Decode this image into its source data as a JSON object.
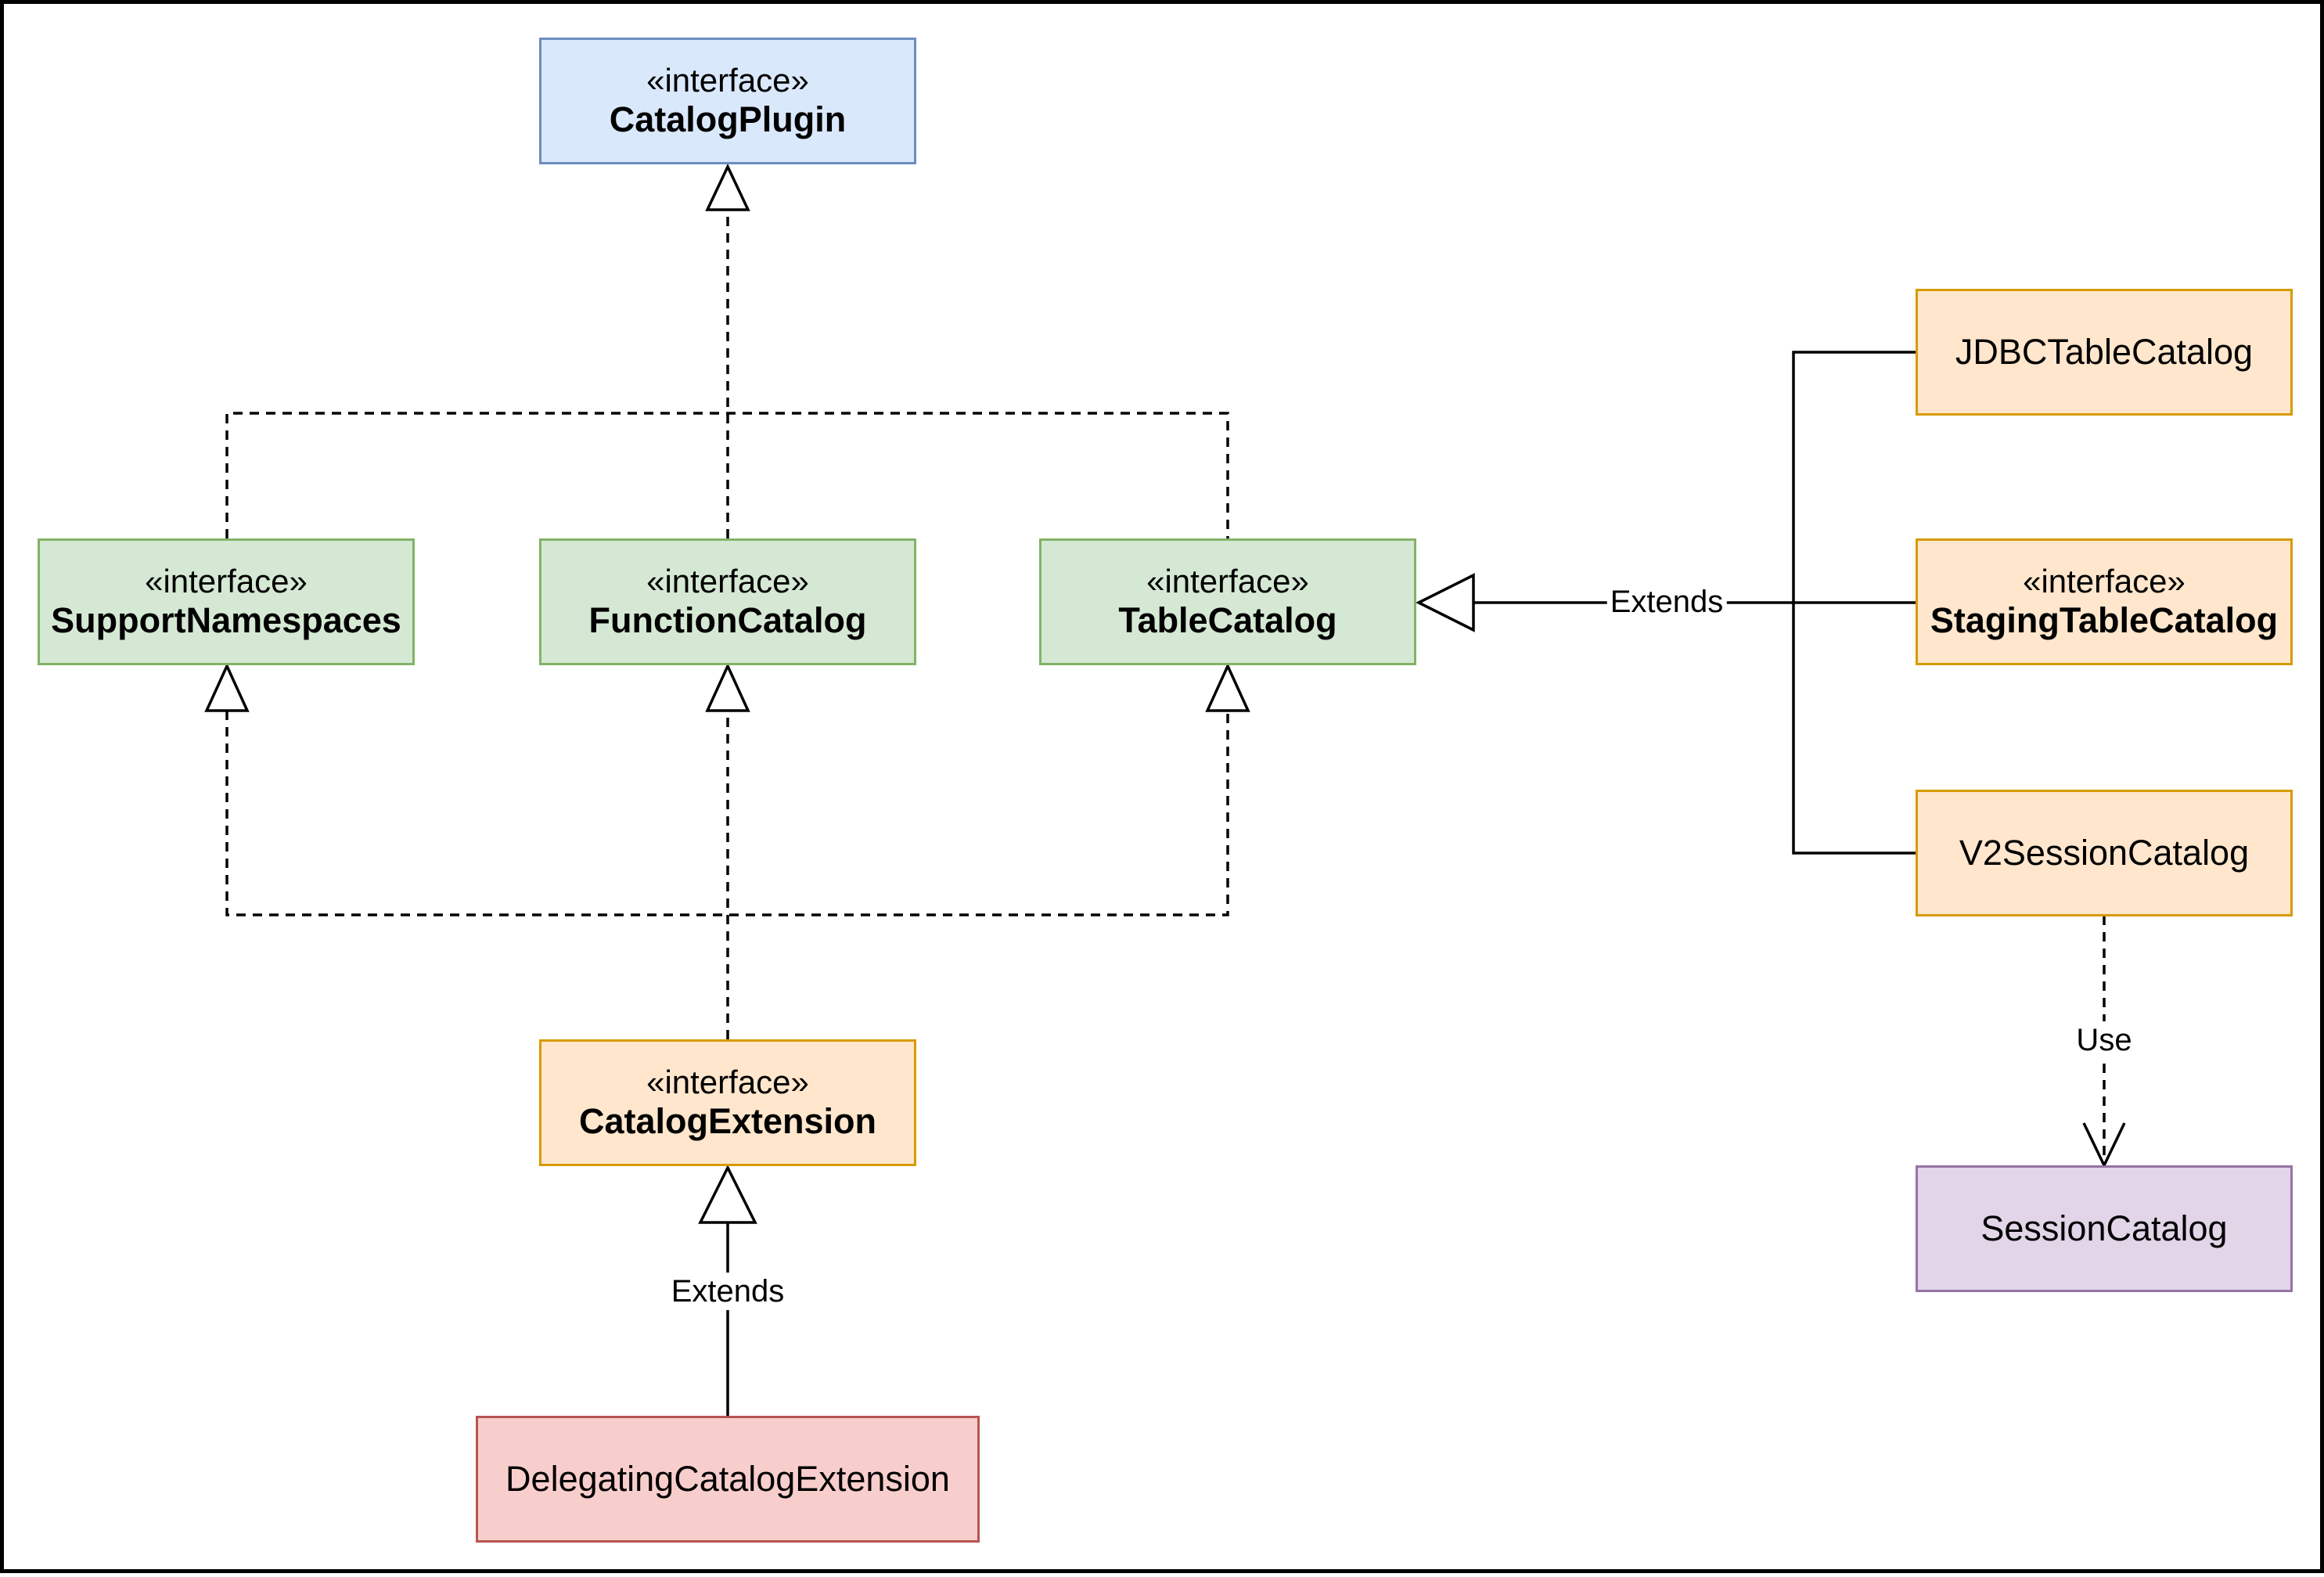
{
  "nodes": {
    "catalog_plugin": {
      "stereotype": "«interface»",
      "name": "CatalogPlugin",
      "fill": "#dae8fc",
      "stroke": "#6c8ebf"
    },
    "support_namespaces": {
      "stereotype": "«interface»",
      "name": "SupportNamespaces",
      "fill": "#d5e8d4",
      "stroke": "#82b366"
    },
    "function_catalog": {
      "stereotype": "«interface»",
      "name": "FunctionCatalog",
      "fill": "#d5e8d4",
      "stroke": "#82b366"
    },
    "table_catalog": {
      "stereotype": "«interface»",
      "name": "TableCatalog",
      "fill": "#d5e8d4",
      "stroke": "#82b366"
    },
    "catalog_extension": {
      "stereotype": "«interface»",
      "name": "CatalogExtension",
      "fill": "#ffe6cc",
      "stroke": "#d79b00"
    },
    "delegating_catalog_extension": {
      "name": "DelegatingCatalogExtension",
      "fill": "#f8cecc",
      "stroke": "#b85450"
    },
    "jdbc_table_catalog": {
      "name": "JDBCTableCatalog",
      "fill": "#ffe6cc",
      "stroke": "#d79b00"
    },
    "staging_table_catalog": {
      "stereotype": "«interface»",
      "name": "StagingTableCatalog",
      "fill": "#ffe6cc",
      "stroke": "#d79b00"
    },
    "v2_session_catalog": {
      "name": "V2SessionCatalog",
      "fill": "#ffe6cc",
      "stroke": "#d79b00"
    },
    "session_catalog": {
      "name": "SessionCatalog",
      "fill": "#e1d5e7",
      "stroke": "#9673a6"
    }
  },
  "edges": {
    "extends_table_catalog": {
      "label": "Extends",
      "from": [
        "jdbc_table_catalog",
        "staging_table_catalog",
        "v2_session_catalog"
      ],
      "to": "table_catalog",
      "style": "solid",
      "arrow": "hollow-triangle"
    },
    "extends_catalog_extension": {
      "label": "Extends",
      "from": "delegating_catalog_extension",
      "to": "catalog_extension",
      "style": "solid",
      "arrow": "hollow-triangle"
    },
    "use_session_catalog": {
      "label": "Use",
      "from": "v2_session_catalog",
      "to": "session_catalog",
      "style": "dashed",
      "arrow": "open"
    },
    "implements_catalog_plugin": {
      "from": [
        "support_namespaces",
        "function_catalog",
        "table_catalog"
      ],
      "to": "catalog_plugin",
      "style": "dashed",
      "arrow": "hollow-triangle"
    },
    "implements_mixins": {
      "from": "catalog_extension",
      "to": [
        "support_namespaces",
        "function_catalog",
        "table_catalog"
      ],
      "style": "dashed",
      "arrow": "hollow-triangle"
    }
  }
}
